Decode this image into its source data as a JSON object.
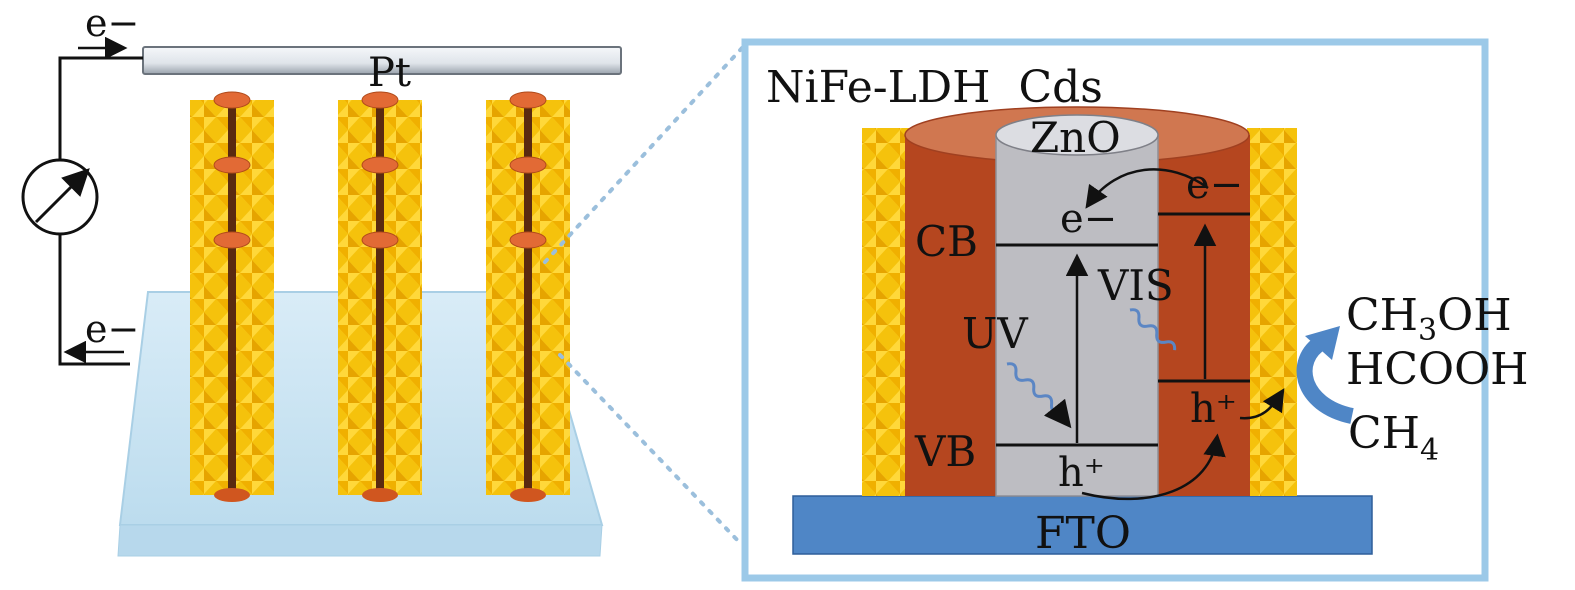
{
  "colors": {
    "background": "#ffffff",
    "frame": "#9cc9e8",
    "fto": "#4f86c6",
    "cds": "#b5461f",
    "cds_top": "#d07750",
    "zno": "#bdbdc2",
    "ldh": "#f5c20c",
    "ldh_dark": "#e08a00",
    "substrate": "#cde5f3",
    "pt": "#e8ecf2",
    "wave": "#5b86c4",
    "curved_arrow": "#4f86c6",
    "dotted": "#9bbfdc"
  },
  "left_panel": {
    "electron_top": "e−",
    "electron_bottom": "e−",
    "electrode_label": "Pt",
    "meter_icon": "ammeter-icon"
  },
  "right_panel": {
    "material_label": "NiFe-LDH  Cds",
    "zno_label": "ZnO",
    "cb_label": "CB",
    "vb_label": "VB",
    "uv_label": "UV",
    "vis_label": "VIS",
    "zno_electron": "e−",
    "cds_electron": "e−",
    "zno_hole": "h⁺",
    "cds_hole": "h⁺",
    "fto_label": "FTO",
    "products": {
      "methanol": {
        "main": "CH",
        "sub": "3",
        "rest": "OH"
      },
      "formic_acid": "HCOOH",
      "methane": {
        "main": "CH",
        "sub": "4"
      }
    }
  }
}
